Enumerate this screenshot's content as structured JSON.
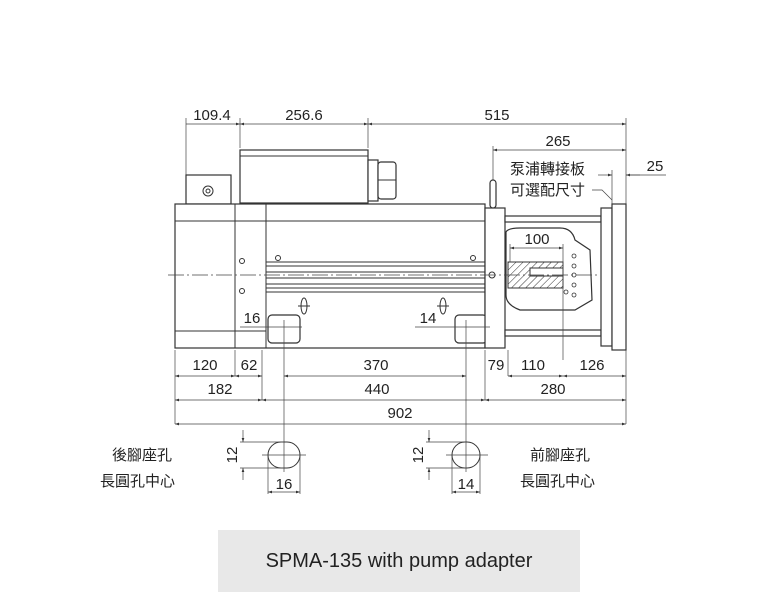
{
  "dimensions": {
    "top": [
      "109.4",
      "256.6",
      "515"
    ],
    "adapter_len": "265",
    "plate": "25",
    "shaft": "100",
    "rear_slot_w": "16",
    "front_slot_w": "14",
    "row1": [
      "120",
      "62",
      "370",
      "79",
      "110",
      "126"
    ],
    "row2": [
      "182",
      "440",
      "280"
    ],
    "total": "902",
    "slot_h_rear": "12",
    "slot_h_front": "12",
    "detail_rear_w": "16",
    "detail_front_w": "14"
  },
  "labels": {
    "adapter_line1": "泵浦轉接板",
    "adapter_line2": "可選配尺寸",
    "rear_foot_1": "後腳座孔",
    "rear_foot_2": "長圓孔中心",
    "front_foot_1": "前腳座孔",
    "front_foot_2": "長圓孔中心"
  },
  "caption": "SPMA-135 with pump adapter"
}
